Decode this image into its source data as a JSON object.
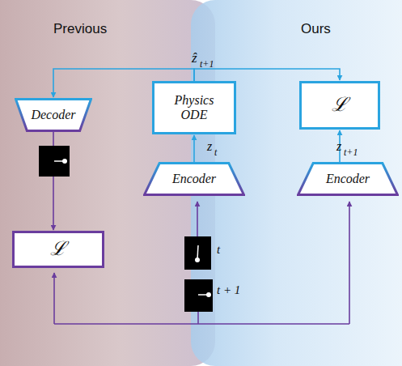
{
  "diagram": {
    "nodes": [
      {
        "text": [
          "Decoder"
        ]
      },
      {
        "text": [
          "Physics ODE"
        ]
      },
      {
        "text": [
          "ℒ"
        ]
      },
      {
        "text": [
          "Encoder"
        ]
      },
      {
        "text": [
          "Encoder"
        ]
      },
      {
        "text": [
          "ℒ"
        ]
      }
    ],
    "edges": [
      {
        "from": 1,
        "to": 0,
        "arrow": "to"
      },
      {
        "from": 1,
        "to": 2,
        "arrow": "to"
      },
      {
        "from": 3,
        "to": 1,
        "arrow": "to"
      },
      {
        "from": 4,
        "to": 2,
        "arrow": "to"
      },
      {
        "from": 0,
        "to": 5,
        "arrow": "to"
      }
    ],
    "labels": [
      "Previous",
      "Ours",
      "ẑ",
      "t+1",
      "z",
      "t",
      "z",
      "t+1",
      "t",
      "t + 1"
    ]
  }
}
